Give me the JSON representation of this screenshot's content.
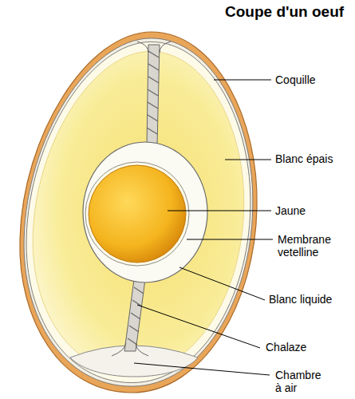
{
  "diagram": {
    "title": "Coupe d'un oeuf",
    "labels": [
      "Coquille",
      "Blanc épais",
      "Jaune",
      "Membrane vetelline",
      "Blanc liquide",
      "Chalaze",
      "Chambre à air"
    ]
  }
}
